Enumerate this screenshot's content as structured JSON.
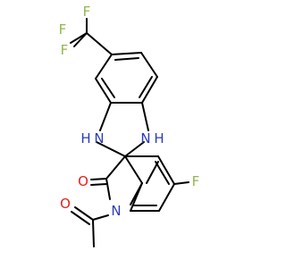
{
  "structure": {
    "colors": {
      "bond": "#000000",
      "fluorine": "#8fb84b",
      "nitrogen": "#2a3cbd",
      "oxygen": "#e0231c"
    },
    "atoms": {
      "f_cf3_top": "F",
      "f_cf3_left": "F",
      "f_cf3_bottom": "F",
      "nh_left": "H",
      "n_left": "N",
      "n_right": "N",
      "nh_right": "H",
      "o_ketone": "O",
      "f_aryl": "F",
      "n_indole": "N",
      "o_acetyl": "O"
    }
  }
}
